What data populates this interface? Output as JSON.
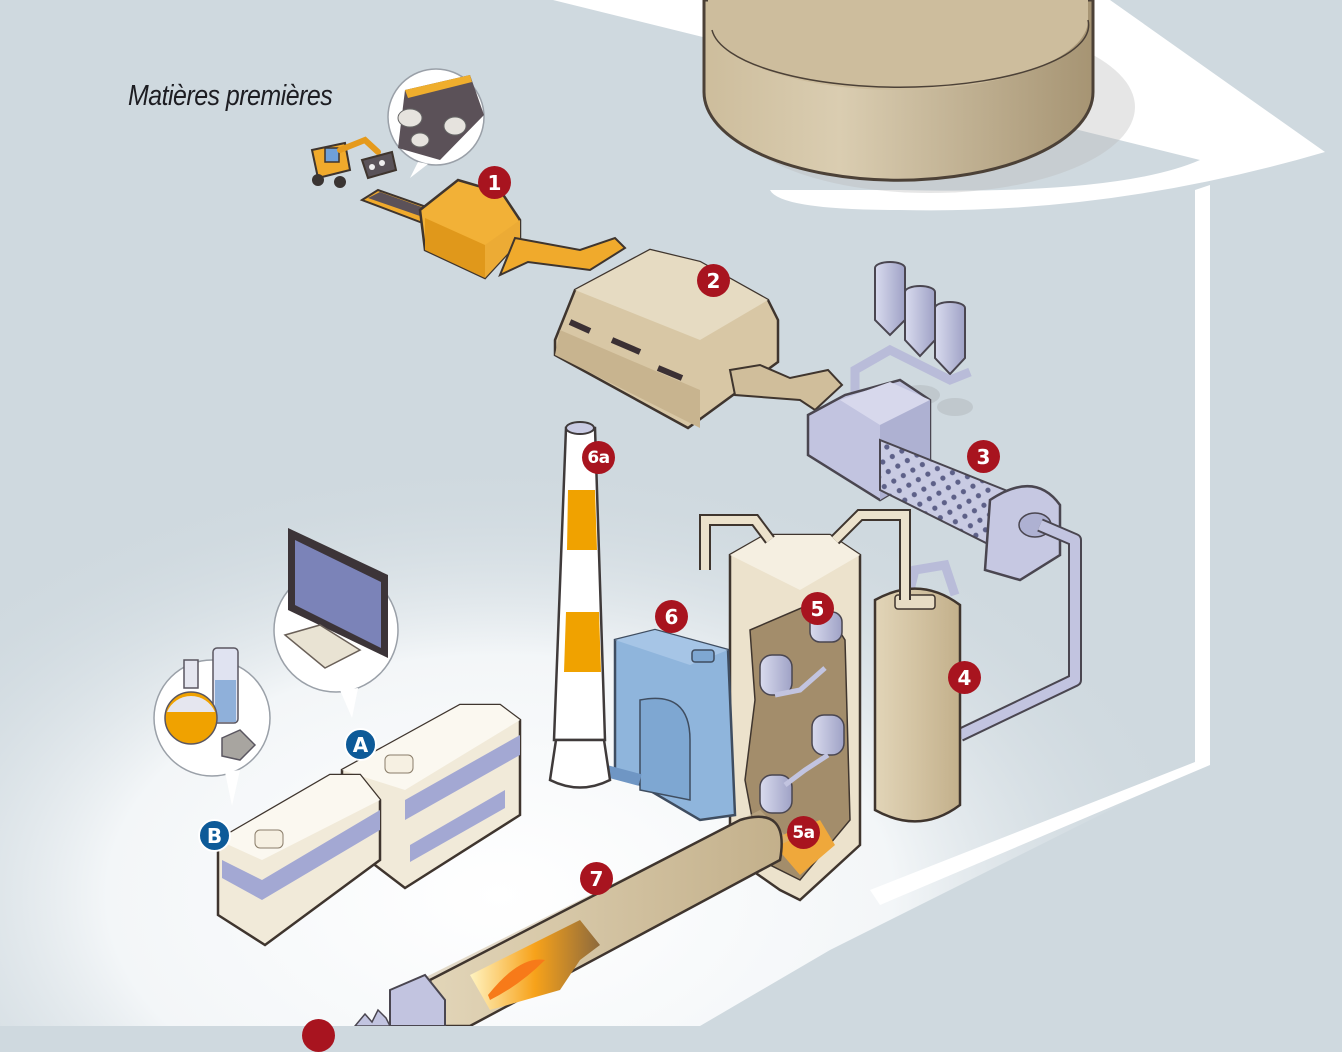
{
  "diagram": {
    "title": "Matières premières",
    "colors": {
      "background": "#cfd9df",
      "floor_glow": "#ffffff",
      "badge_red": "#a8141f",
      "badge_blue": "#0d5a98",
      "orange_equipment": "#f0a828",
      "beige_equipment": "#d8c7a5",
      "lavender_equipment": "#b9bcd9",
      "blue_equipment": "#8fb5dc",
      "stack_orange": "#f0a200",
      "outline": "#4a4038"
    },
    "steps": [
      {
        "id": "1",
        "label": "1",
        "component": "crusher"
      },
      {
        "id": "2",
        "label": "2",
        "component": "storage-hall"
      },
      {
        "id": "3",
        "label": "3",
        "component": "raw-mill"
      },
      {
        "id": "4",
        "label": "4",
        "component": "silo"
      },
      {
        "id": "5",
        "label": "5",
        "component": "preheater-tower"
      },
      {
        "id": "5a",
        "label": "5a",
        "component": "precalciner"
      },
      {
        "id": "6",
        "label": "6",
        "component": "filter"
      },
      {
        "id": "6a",
        "label": "6a",
        "component": "chimney"
      },
      {
        "id": "7",
        "label": "7",
        "component": "rotary-kiln"
      },
      {
        "id": "8",
        "label": "",
        "component": "clinker-cooler"
      }
    ],
    "facilities": [
      {
        "id": "A",
        "label": "A",
        "component": "control-room"
      },
      {
        "id": "B",
        "label": "B",
        "component": "laboratory"
      }
    ]
  }
}
